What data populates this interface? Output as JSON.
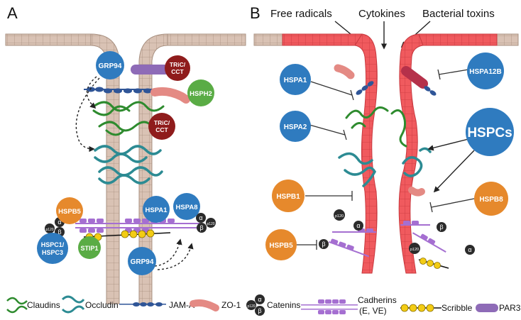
{
  "panels": {
    "a": "A",
    "b": "B"
  },
  "stimuli": {
    "free_radicals": "Free radicals",
    "cytokines": "Cytokines",
    "bacterial_toxins": "Bacterial toxins"
  },
  "chaperones_a": {
    "grp94_top": "GRP94",
    "tric_top": [
      "TRiC/",
      "CCT"
    ],
    "hsph2": "HSPH2",
    "tric_mid": [
      "TRiC/",
      "CCT"
    ],
    "hspb5": "HSPB5",
    "hspa1": "HSPA1",
    "hspa8": "HSPA8",
    "hspc1": [
      "HSPC1/",
      "HSPC3"
    ],
    "stip1": "STIP1",
    "grp94_bottom": "GRP94"
  },
  "chaperones_b": {
    "hspa1": "HSPA1",
    "hspa12b": "HSPA12B",
    "hspa2": "HSPA2",
    "hspcs": "HSPCs",
    "hspb1": "HSPB1",
    "hspb8": "HSPB8",
    "hspb5": "HSPB5"
  },
  "catenin_letters": {
    "alpha": "α",
    "beta": "β",
    "p120": "p120"
  },
  "legend": {
    "claudins": "Claudins",
    "occludin": "Occludin",
    "jam_a": "JAM-A",
    "zo1": "ZO-1",
    "catenins": "Catenins",
    "cadherins": [
      "Cadherins",
      "(E, VE)"
    ],
    "scribble": "Scribble",
    "par3": "PAR3"
  },
  "colors": {
    "cell_tan": "#d9c2b4",
    "cell_red": "#f05a5e",
    "chaperone_blue": "#2f7bbf",
    "chaperone_darkred": "#8f1c1c",
    "chaperone_green": "#5aac45",
    "chaperone_orange": "#e6892c",
    "claudin_green": "#2e8b2e",
    "occludin_teal": "#2c8b93",
    "jam_blue": "#2f5597",
    "zo1_pink": "#e48a84",
    "cadherin_purple": "#a56fd1",
    "scribble_yellow": "#f3cc14",
    "par3_purple": "#8e6bb7",
    "catenin_black": "#2b2b2b"
  }
}
